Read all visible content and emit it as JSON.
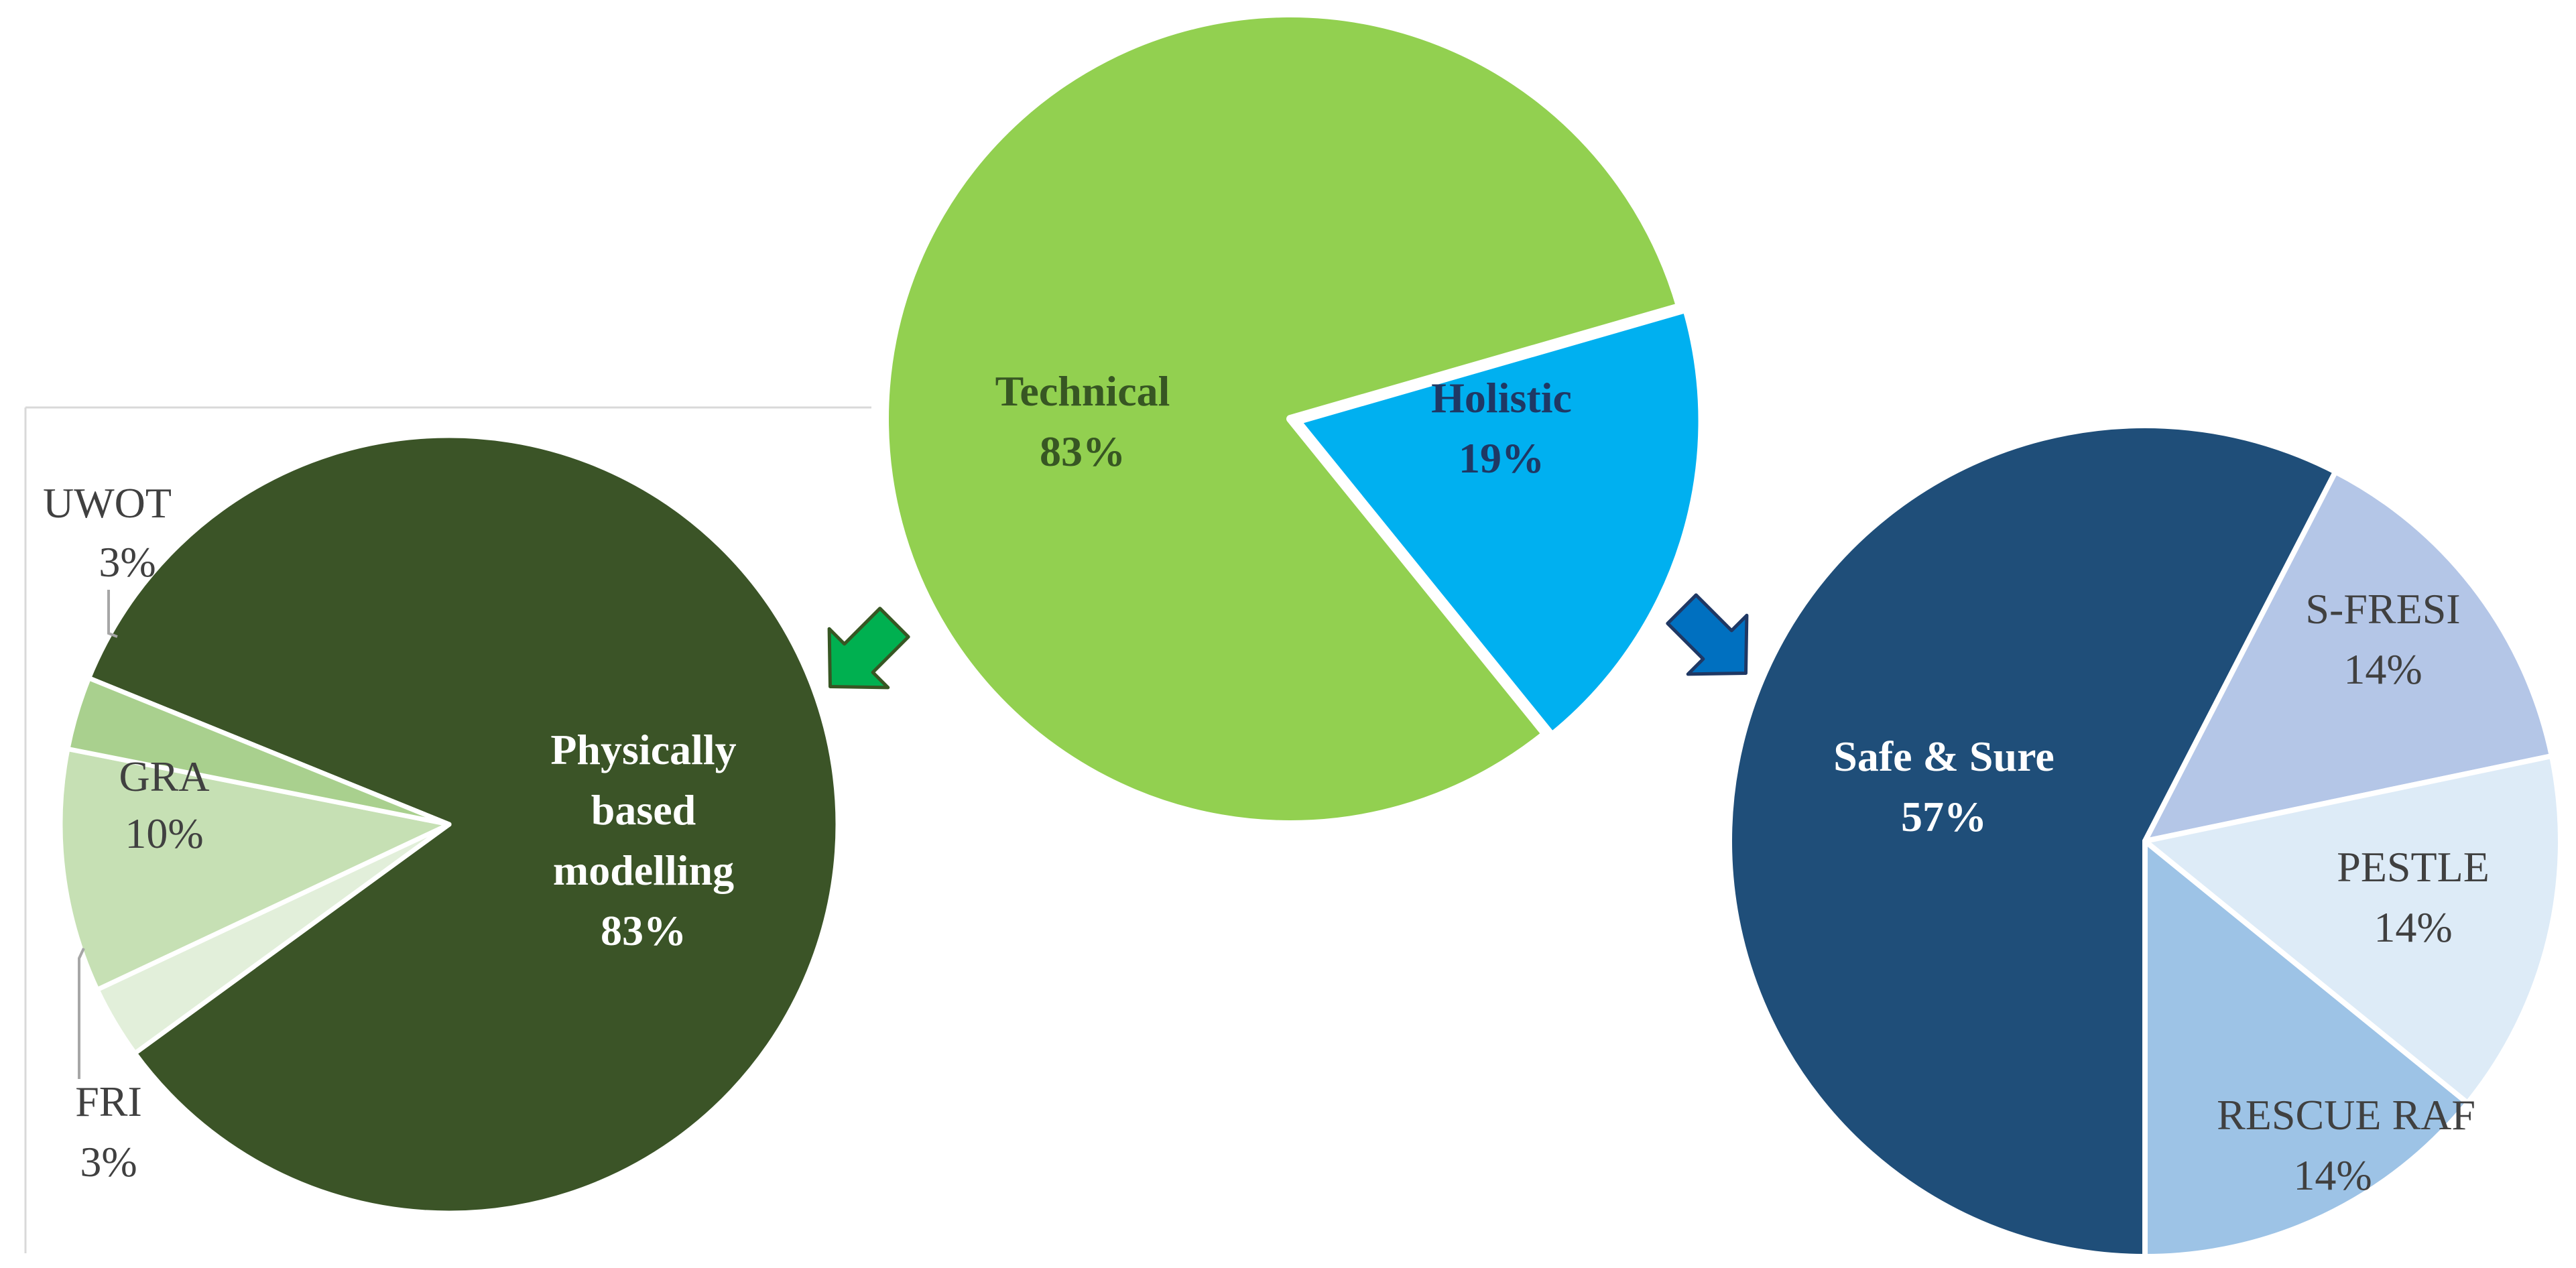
{
  "chart_data": [
    {
      "id": "overview",
      "type": "pie",
      "slices": [
        {
          "label": "Technical",
          "value": 83,
          "value_text": "83%",
          "color": "#92d050",
          "text_color": "#375623"
        },
        {
          "label": "Holistic",
          "value": 19,
          "value_text": "19%",
          "color": "#00b0f0",
          "text_color": "#1f3864"
        }
      ]
    },
    {
      "id": "technical",
      "type": "pie",
      "slices": [
        {
          "label": "Physically based modelling",
          "label_lines": [
            "Physically",
            "based",
            "modelling"
          ],
          "value": 83,
          "value_text": "83%",
          "color": "#3b5427",
          "text_color": "#ffffff"
        },
        {
          "label": "FRI",
          "value": 3,
          "value_text": "3%",
          "color": "#e2efda",
          "text_color": "#404040"
        },
        {
          "label": "GRA",
          "value": 10,
          "value_text": "10%",
          "color": "#c6e0b4",
          "text_color": "#404040"
        },
        {
          "label": "UWOT",
          "value": 3,
          "value_text": "3%",
          "color": "#a9d08e",
          "text_color": "#404040"
        }
      ]
    },
    {
      "id": "holistic",
      "type": "pie",
      "slices": [
        {
          "label": "Safe & Sure",
          "value": 57,
          "value_text": "57%",
          "color": "#1f4e79",
          "text_color": "#ffffff"
        },
        {
          "label": "S-FRESI",
          "value": 14,
          "value_text": "14%",
          "color": "#b4c6e7",
          "text_color": "#404040"
        },
        {
          "label": "PESTLE",
          "value": 14,
          "value_text": "14%",
          "color": "#ddebf7",
          "text_color": "#404040"
        },
        {
          "label": "RESCUE RAF",
          "value": 14,
          "value_text": "14%",
          "color": "#9dc3e6",
          "text_color": "#404040"
        }
      ]
    }
  ],
  "arrows": {
    "to_technical": {
      "color": "#00b050",
      "icon": "arrow-down-left-icon"
    },
    "to_holistic": {
      "color": "#0070c0",
      "icon": "arrow-down-right-icon"
    }
  }
}
